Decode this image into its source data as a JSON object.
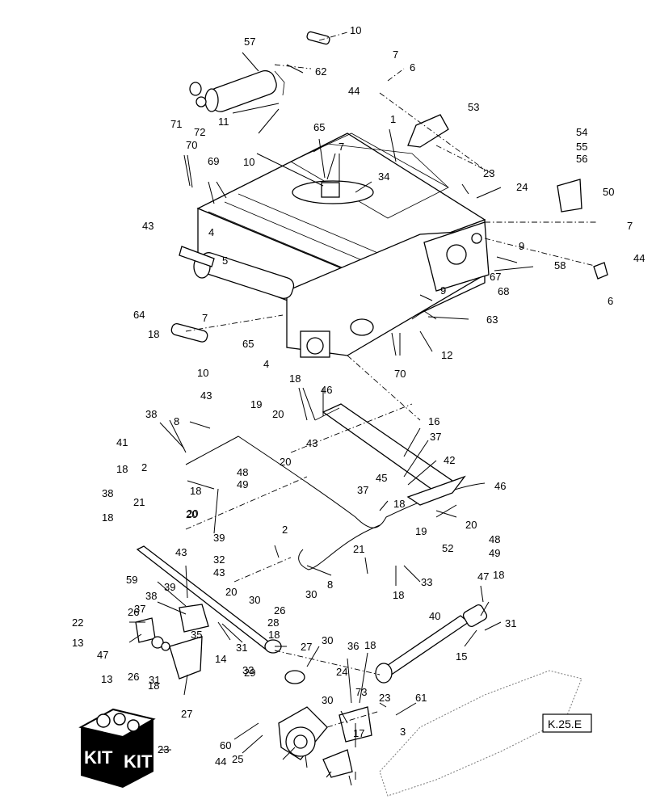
{
  "callouts": [
    "10",
    "57",
    "62",
    "7",
    "6",
    "44",
    "71",
    "72",
    "11",
    "53",
    "1",
    "65",
    "7",
    "70",
    "10",
    "34",
    "54",
    "55",
    "56",
    "69",
    "23",
    "24",
    "50",
    "43",
    "4",
    "5",
    "7",
    "44",
    "9",
    "58",
    "67",
    "68",
    "9",
    "6",
    "64",
    "7",
    "18",
    "65",
    "63",
    "4",
    "10",
    "12",
    "70",
    "43",
    "18",
    "46",
    "8",
    "20",
    "19",
    "16",
    "41",
    "38",
    "43",
    "20",
    "18",
    "37",
    "42",
    "2",
    "48",
    "49",
    "45",
    "46",
    "38",
    "21",
    "18",
    "20",
    "18",
    "37",
    "20",
    "20",
    "39",
    "48",
    "49",
    "2",
    "18",
    "19",
    "52",
    "43",
    "21",
    "32",
    "8",
    "18",
    "43",
    "33",
    "30",
    "59",
    "39",
    "20",
    "26",
    "47",
    "18",
    "37",
    "38",
    "30",
    "28",
    "40",
    "18",
    "26",
    "22",
    "31",
    "35",
    "13",
    "31",
    "27",
    "47",
    "15",
    "14",
    "33",
    "13",
    "26",
    "30",
    "18",
    "29",
    "36",
    "31",
    "18",
    "30",
    "27",
    "24",
    "73",
    "23",
    "61",
    "3",
    "60",
    "23",
    "25",
    "17",
    "44"
  ],
  "kit_labels": [
    "KIT",
    "KIT"
  ],
  "reference": "K.25.E"
}
